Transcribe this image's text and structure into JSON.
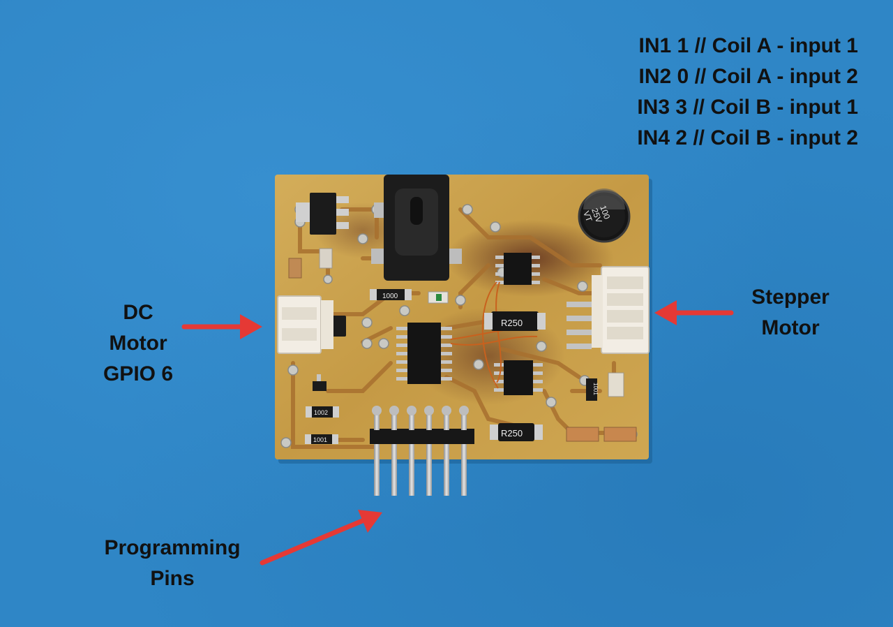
{
  "annotations": {
    "pin_notes": [
      "IN1 1  // Coil A - input 1",
      "IN2 0  // Coil A - input 2",
      "IN3 3  // Coil B - input 1",
      "IN4 2  // Coil B - input 2"
    ],
    "dc_motor_lines": [
      "DC",
      "Motor",
      "GPIO 6"
    ],
    "stepper_motor_lines": [
      "Stepper",
      "Motor"
    ],
    "programming_pins_lines": [
      "Programming",
      "Pins"
    ]
  },
  "component_markings": {
    "capacitor": [
      "100",
      "25V",
      "VT"
    ],
    "resistor_top": "1000",
    "resistor_r250_mid": "R250",
    "resistor_r250_bottom": "R250",
    "resistor_1002": "1002",
    "resistor_1001": "1001",
    "resistor_right": "1001"
  },
  "colors": {
    "background": "#2f86c6",
    "pcb": "#c9a24e",
    "arrow": "#e53935",
    "connector": "#f2ede4"
  }
}
